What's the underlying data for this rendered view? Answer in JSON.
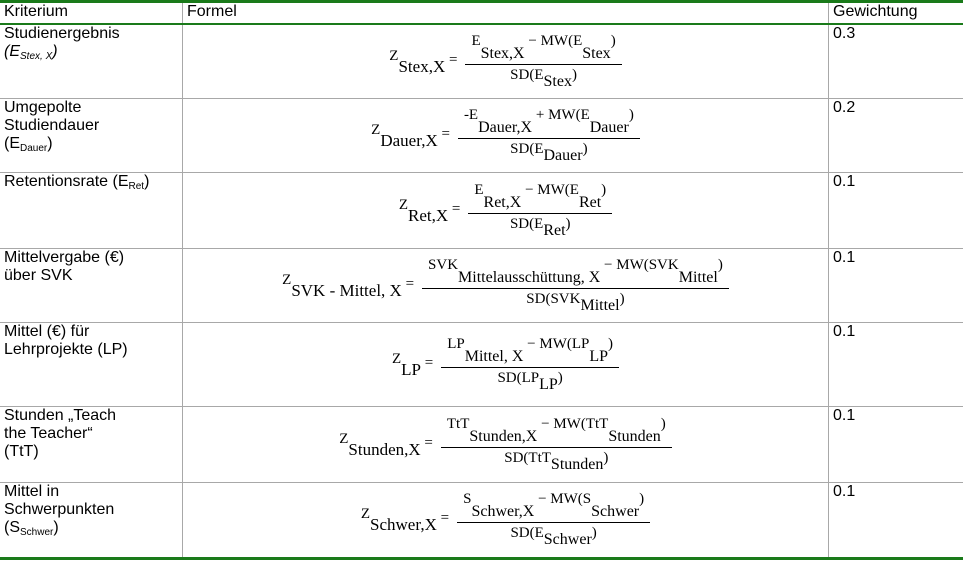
{
  "headers": [
    "Kriterium",
    "Formel",
    "Gewichtung"
  ],
  "rows": [
    {
      "crit": "Studienergebnis",
      "sym_pre": "(",
      "sym_base": "E",
      "sym_sub": "Stex, X",
      "sym_post": ")",
      "italic": true,
      "z": "Stex,X",
      "nb": "E",
      "ns": "Stex,X",
      "mwb": "E",
      "mws": "Stex",
      "db": "E",
      "ds": "Stex",
      "sign": "",
      "w": "0.3"
    },
    {
      "crit": "Umgepolte Studiendauer",
      "sym_pre": "(",
      "sym_base": "E",
      "sym_sub": "Dauer",
      "sym_post": ")",
      "z": "Dauer,X",
      "nb": "-E",
      "ns": "Dauer,X",
      "mwb": "E",
      "mws": "Dauer",
      "db": "E",
      "ds": "Dauer",
      "sign": "+",
      "w": "0.2"
    },
    {
      "crit": "Retentionsrate",
      "sym_pre": " (",
      "sym_base": "E",
      "sym_sub": "Ret",
      "sym_post": ")",
      "inline": true,
      "z": "Ret,X",
      "nb": "E",
      "ns": "Ret,X",
      "mwb": "E",
      "mws": "Ret",
      "db": "E",
      "ds": "Ret",
      "sign": "−",
      "w": "0.1"
    },
    {
      "crit": "Mittelvergabe  (€) über SVK",
      "sym_pre": "",
      "sym_base": "",
      "sym_sub": "",
      "sym_post": "",
      "z": "SVK - Mittel, X",
      "nb": "SVK",
      "ns": "Mittelausschüttung, X",
      "mwb": "SVK",
      "mws": "Mittel",
      "db": "SVK",
      "ds": "Mittel",
      "sign": "−",
      "w": "0.1"
    },
    {
      "crit": "Mittel (€) für Lehrprojekte (LP)",
      "sym_pre": "",
      "sym_base": "",
      "sym_sub": "",
      "sym_post": "",
      "z": "LP",
      "nb": "LP",
      "ns": "Mittel, X",
      "mwb": "LP",
      "mws": "LP",
      "db": "LP",
      "ds": "LP",
      "sign": "−",
      "w": "0.1"
    },
    {
      "crit": "Stunden „Teach the Teacher“ (TtT)",
      "sym_pre": "",
      "sym_base": "",
      "sym_sub": "",
      "sym_post": "",
      "z": "Stunden,X",
      "nb": "TtT",
      "ns": "Stunden,X",
      "mwb": "TtT",
      "mws": "Stunden",
      "db": "TtT",
      "ds": "Stunden",
      "sign": "−",
      "w": "0.1"
    },
    {
      "crit": "Mittel in Schwerpunkten",
      "sym_pre": "(",
      "sym_base": "S",
      "sym_sub": "Schwer",
      "sym_post": ")",
      "z": "Schwer,X",
      "nb": "S",
      "ns": "Schwer,X",
      "mwb": "S",
      "mws": "Schwer",
      "db": "E",
      "ds": "Schwer",
      "sign": "−",
      "w": "0.1"
    }
  ]
}
